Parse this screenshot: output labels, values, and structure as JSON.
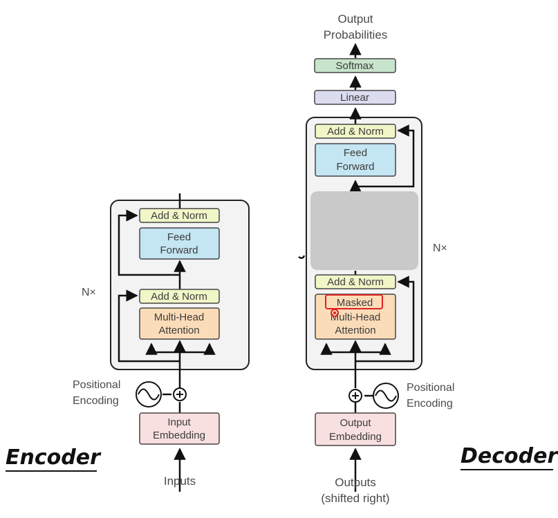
{
  "encoder": {
    "title": "Encoder",
    "repeat": "N×",
    "add_norm_top": "Add & Norm",
    "feed_forward_1": "Feed",
    "feed_forward_2": "Forward",
    "add_norm_bottom": "Add & Norm",
    "attention_1": "Multi-Head",
    "attention_2": "Attention",
    "positional_1": "Positional",
    "positional_2": "Encoding",
    "embedding_1": "Input",
    "embedding_2": "Embedding",
    "input_label": "Inputs"
  },
  "decoder": {
    "title": "Decoder",
    "repeat": "N×",
    "output_1": "Output",
    "output_2": "Probabilities",
    "softmax": "Softmax",
    "linear": "Linear",
    "add_norm_top": "Add & Norm",
    "feed_forward_1": "Feed",
    "feed_forward_2": "Forward",
    "add_norm_bottom": "Add & Norm",
    "masked_1": "Masked",
    "masked_2": "Multi-Head",
    "masked_3": "Attention",
    "positional_1": "Positional",
    "positional_2": "Encoding",
    "embedding_1": "Output",
    "embedding_2": "Embedding",
    "input_1": "Outputs",
    "input_2": "(shifted right)"
  },
  "colors": {
    "add_norm": "#f1f6c8",
    "feed_forward": "#c4e5f2",
    "attention": "#fbdcb8",
    "embedding": "#f8dfe0",
    "softmax": "#c8e4cc",
    "linear": "#dcdcf0",
    "block_bg": "#f3f3f3",
    "overlay": "#c9c9c9",
    "highlight": "#e02020"
  }
}
